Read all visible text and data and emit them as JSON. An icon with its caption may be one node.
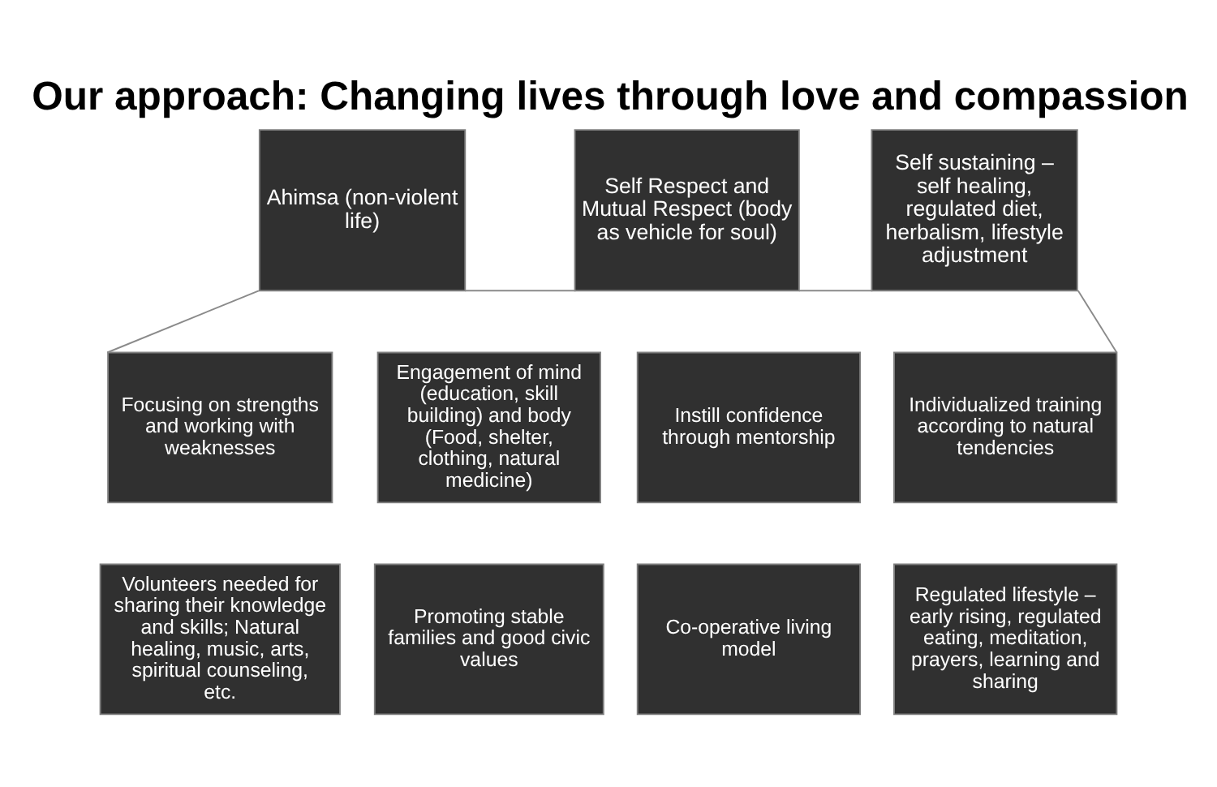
{
  "diagram": {
    "title": "Our approach: Changing lives through love and compassion",
    "nodes": [
      {
        "text": [
          "Ahimsa (non-violent life)"
        ]
      },
      {
        "text": [
          "Self Respect and Mutual Respect (body as vehicle for soul)"
        ]
      },
      {
        "text": [
          "Self sustaining – self healing, regulated diet, herbalism, lifestyle adjustment"
        ]
      },
      {
        "text": [
          "Focusing on strengths and working with weaknesses"
        ]
      },
      {
        "text": [
          "Engagement of mind (education, skill building) and body (Food, shelter, clothing, natural medicine)"
        ]
      },
      {
        "text": [
          "Instill confidence through mentorship"
        ]
      },
      {
        "text": [
          "Individualized training according to natural tendencies"
        ]
      },
      {
        "text": [
          "Volunteers needed for sharing their knowledge and skills; Natural healing, music, arts, spiritual counseling, etc."
        ]
      },
      {
        "text": [
          "Promoting stable families and good civic values"
        ]
      },
      {
        "text": [
          "Co-operative living model"
        ]
      },
      {
        "text": [
          "Regulated lifestyle – early rising, regulated eating, meditation, prayers, learning and sharing"
        ]
      }
    ],
    "edges": [
      {
        "from": 0,
        "to": 1,
        "arrow": "none"
      },
      {
        "from": 1,
        "to": 2,
        "arrow": "none"
      },
      {
        "from": 0,
        "to": 3,
        "arrow": "none"
      },
      {
        "from": 2,
        "to": 6,
        "arrow": "none"
      }
    ]
  }
}
